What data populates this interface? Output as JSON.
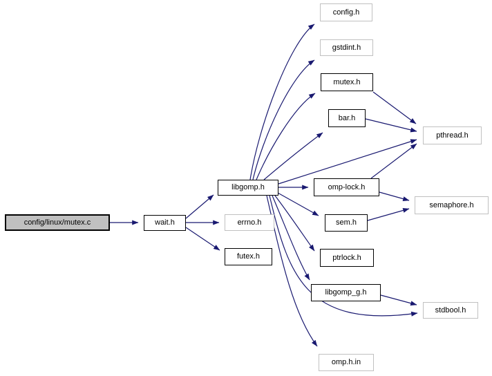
{
  "graph": {
    "background_color": "#ffffff",
    "edge_color": "#191970",
    "node_border_dark": "#000000",
    "node_border_light": "#c0c0c0",
    "main_node_fill": "#c0c0c0",
    "nodes": [
      {
        "id": "config-linux-mutex-c",
        "label": "config/linux/mutex.c",
        "kind": "main"
      },
      {
        "id": "wait-h",
        "label": "wait.h",
        "kind": "linked"
      },
      {
        "id": "libgomp-h",
        "label": "libgomp.h",
        "kind": "linked"
      },
      {
        "id": "errno-h",
        "label": "errno.h",
        "kind": "plain"
      },
      {
        "id": "futex-h",
        "label": "futex.h",
        "kind": "linked"
      },
      {
        "id": "config-h",
        "label": "config.h",
        "kind": "plain"
      },
      {
        "id": "gstdint-h",
        "label": "gstdint.h",
        "kind": "plain"
      },
      {
        "id": "mutex-h",
        "label": "mutex.h",
        "kind": "linked"
      },
      {
        "id": "bar-h",
        "label": "bar.h",
        "kind": "linked"
      },
      {
        "id": "pthread-h",
        "label": "pthread.h",
        "kind": "plain"
      },
      {
        "id": "omp-lock-h",
        "label": "omp-lock.h",
        "kind": "linked"
      },
      {
        "id": "semaphore-h",
        "label": "semaphore.h",
        "kind": "plain"
      },
      {
        "id": "sem-h",
        "label": "sem.h",
        "kind": "linked"
      },
      {
        "id": "ptrlock-h",
        "label": "ptrlock.h",
        "kind": "linked"
      },
      {
        "id": "libgomp-g-h",
        "label": "libgomp_g.h",
        "kind": "linked"
      },
      {
        "id": "stdbool-h",
        "label": "stdbool.h",
        "kind": "plain"
      },
      {
        "id": "omp-h-in",
        "label": "omp.h.in",
        "kind": "plain"
      }
    ],
    "edges": [
      {
        "from": "config/linux/mutex.c",
        "to": "wait.h"
      },
      {
        "from": "wait.h",
        "to": "libgomp.h"
      },
      {
        "from": "wait.h",
        "to": "errno.h"
      },
      {
        "from": "wait.h",
        "to": "futex.h"
      },
      {
        "from": "libgomp.h",
        "to": "config.h"
      },
      {
        "from": "libgomp.h",
        "to": "gstdint.h"
      },
      {
        "from": "libgomp.h",
        "to": "mutex.h"
      },
      {
        "from": "libgomp.h",
        "to": "bar.h"
      },
      {
        "from": "libgomp.h",
        "to": "pthread.h"
      },
      {
        "from": "libgomp.h",
        "to": "omp-lock.h"
      },
      {
        "from": "libgomp.h",
        "to": "sem.h"
      },
      {
        "from": "libgomp.h",
        "to": "ptrlock.h"
      },
      {
        "from": "libgomp.h",
        "to": "libgomp_g.h"
      },
      {
        "from": "libgomp.h",
        "to": "stdbool.h"
      },
      {
        "from": "libgomp.h",
        "to": "omp.h.in"
      },
      {
        "from": "mutex.h",
        "to": "pthread.h"
      },
      {
        "from": "bar.h",
        "to": "pthread.h"
      },
      {
        "from": "omp-lock.h",
        "to": "pthread.h"
      },
      {
        "from": "omp-lock.h",
        "to": "semaphore.h"
      },
      {
        "from": "sem.h",
        "to": "semaphore.h"
      },
      {
        "from": "libgomp_g.h",
        "to": "stdbool.h"
      }
    ]
  }
}
